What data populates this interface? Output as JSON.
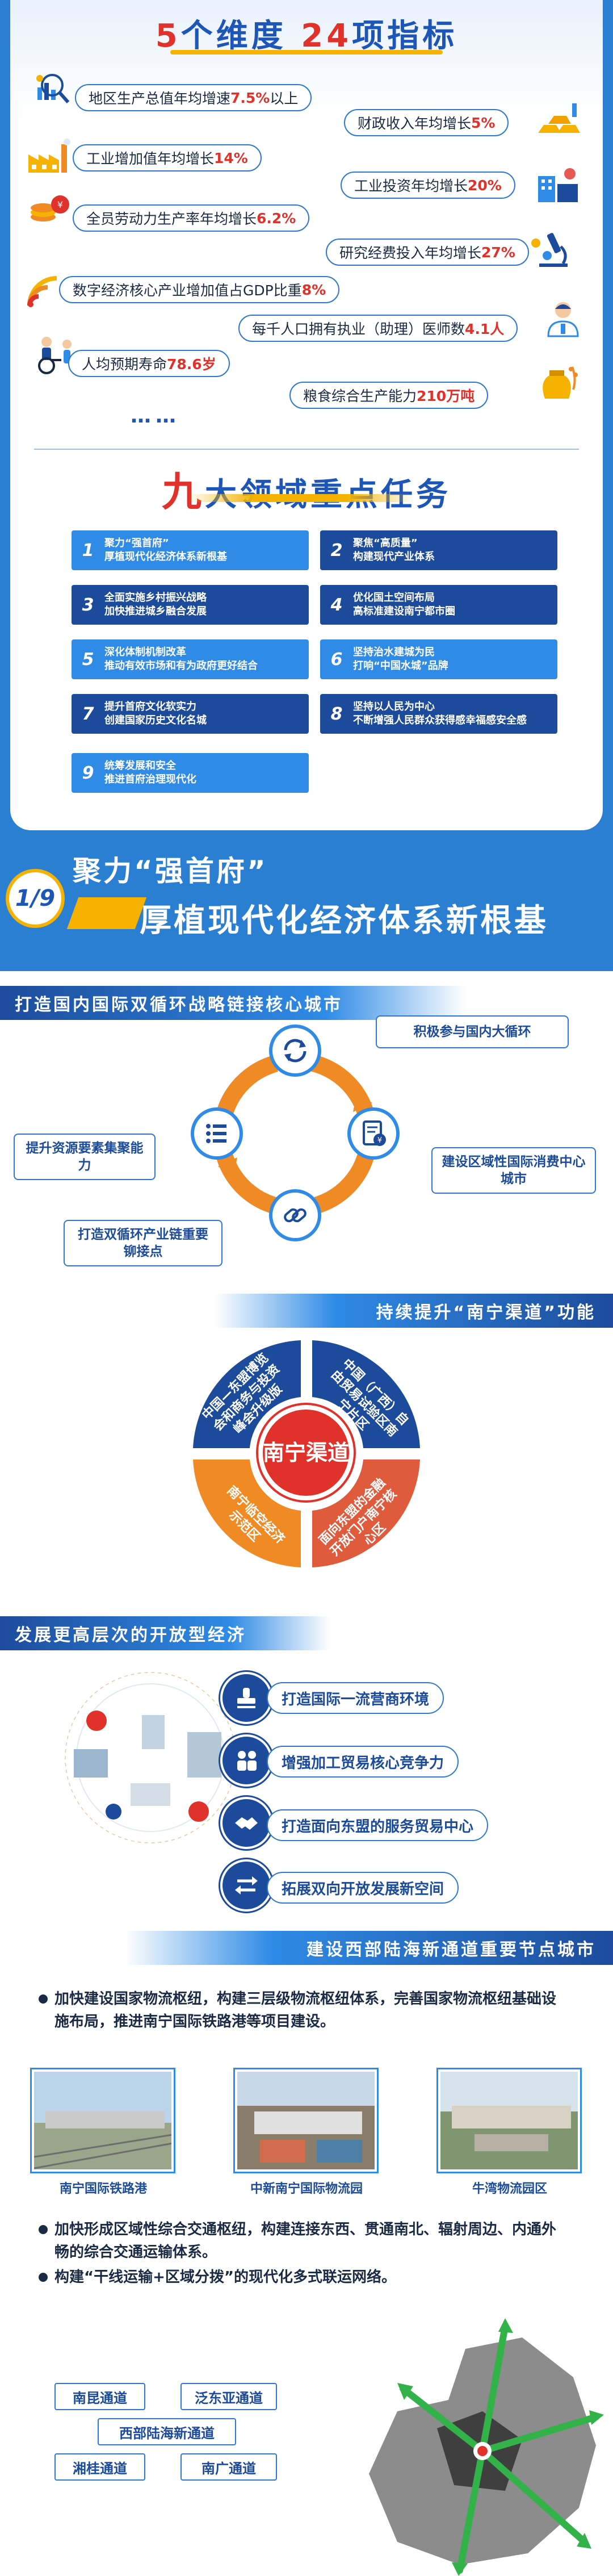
{
  "indicators": {
    "title_num1": "5",
    "title_mid": "个维度",
    "title_num2": "24",
    "title_end": "项指标",
    "items": [
      {
        "pre": "地区生产总值年均增速",
        "val": "7.5%",
        "post": "以上",
        "icon": "magnifier-chart-icon"
      },
      {
        "pre": "财政收入年均增长",
        "val": "5%",
        "post": "",
        "icon": "gold-bars-icon"
      },
      {
        "pre": "工业增加值年均增长",
        "val": "14%",
        "post": "",
        "icon": "factory-icon"
      },
      {
        "pre": "工业投资年均增长",
        "val": "20%",
        "post": "",
        "icon": "industrial-building-icon"
      },
      {
        "pre": "全员劳动力生产率年均增长",
        "val": "6.2%",
        "post": "",
        "icon": "coins-icon"
      },
      {
        "pre": "研究经费投入年均增长",
        "val": "27%",
        "post": "",
        "icon": "microscope-icon"
      },
      {
        "pre": "数字经济核心产业增加值占GDP比重",
        "val": "8%",
        "post": "",
        "icon": "wifi-signal-icon"
      },
      {
        "pre": "每千人口拥有执业（助理）医师数",
        "val": "4.1人",
        "post": "",
        "icon": "doctor-icon"
      },
      {
        "pre": "人均预期寿命",
        "val": "78.6岁",
        "post": "",
        "icon": "elderly-wheelchair-icon"
      },
      {
        "pre": "粮食综合生产能力",
        "val": "210万吨",
        "post": "",
        "icon": "grain-sack-icon"
      }
    ],
    "ellipsis": "……"
  },
  "tasks": {
    "title_num": "九",
    "title_rest": "大领域重点任务",
    "items": [
      {
        "num": "1",
        "line1": "聚力“强首府”",
        "line2": "厚植现代化经济体系新根基"
      },
      {
        "num": "2",
        "line1": "聚焦“高质量”",
        "line2": "构建现代产业体系"
      },
      {
        "num": "3",
        "line1": "全面实施乡村振兴战略",
        "line2": "加快推进城乡融合发展"
      },
      {
        "num": "4",
        "line1": "优化国土空间布局",
        "line2": "高标准建设南宁都市圈"
      },
      {
        "num": "5",
        "line1": "深化体制机制改革",
        "line2": "推动有效市场和有为政府更好结合"
      },
      {
        "num": "6",
        "line1": "坚持治水建城为民",
        "line2": "打响“中国水城”品牌"
      },
      {
        "num": "7",
        "line1": "提升首府文化软实力",
        "line2": "创建国家历史文化名城"
      },
      {
        "num": "8",
        "line1": "坚持以人民为中心",
        "line2": "不断增强人民群众获得感幸福感安全感"
      },
      {
        "num": "9",
        "line1": "统筹发展和安全",
        "line2": "推进首府治理现代化"
      }
    ]
  },
  "section1": {
    "badge": "1/9",
    "title_line1": "聚力“强首府”",
    "title_line2": "厚植现代化经济体系新根基",
    "cycle": {
      "heading": "打造国内国际双循环战略链接核心城市",
      "top": "积极参与国内大循环",
      "right": "建设区域性国际消费中心城市",
      "bottom": "打造双循环产业链重要铆接点",
      "left": "提升资源要素集聚能力"
    },
    "nanning": {
      "heading": "持续提升“南宁渠道”功能",
      "center": "南宁渠道",
      "q1": "中国—东盟博览会和商务与投资峰会升级版",
      "q2": "中国（广西）自由贸易试验区南宁片区",
      "q3": "南宁临空经济示范区",
      "q4": "面向东盟的金融开放门户南宁核心区"
    },
    "open": {
      "heading": "发展更高层次的开放型经济",
      "items": [
        {
          "label": "打造国际一流营商环境",
          "icon": "stamp-icon"
        },
        {
          "label": "增强加工贸易核心竞争力",
          "icon": "workers-icon"
        },
        {
          "label": "打造面向东盟的服务贸易中心",
          "icon": "handshake-icon"
        },
        {
          "label": "拓展双向开放发展新空间",
          "icon": "two-way-arrows-icon"
        }
      ]
    },
    "corridor": {
      "heading": "建设西部陆海新通道重要节点城市",
      "p1": "加快建设国家物流枢纽，构建三层级物流枢纽体系，完善国家物流枢纽基础设施布局，推进南宁国际铁路港等项目建设。",
      "photos": [
        "南宁国际铁路港",
        "中新南宁国际物流园",
        "牛湾物流园区"
      ],
      "p2": "加快形成区域性综合交通枢纽，构建连接东西、贯通南北、辐射周边、内通外畅的综合交通运输体系。",
      "p3": "构建“干线运输+区域分拨”的现代化多式联运网络。",
      "routes": [
        "南昆通道",
        "泛东亚通道",
        "西部陆海新通道",
        "湘桂通道",
        "南广通道"
      ]
    }
  },
  "colors": {
    "primary_blue": "#1e56b8",
    "light_blue": "#2f8be6",
    "dark_blue": "#1d4b9b",
    "accent_red": "#e0312a",
    "accent_orange": "#f08a24",
    "accent_gold": "#f5b300"
  }
}
